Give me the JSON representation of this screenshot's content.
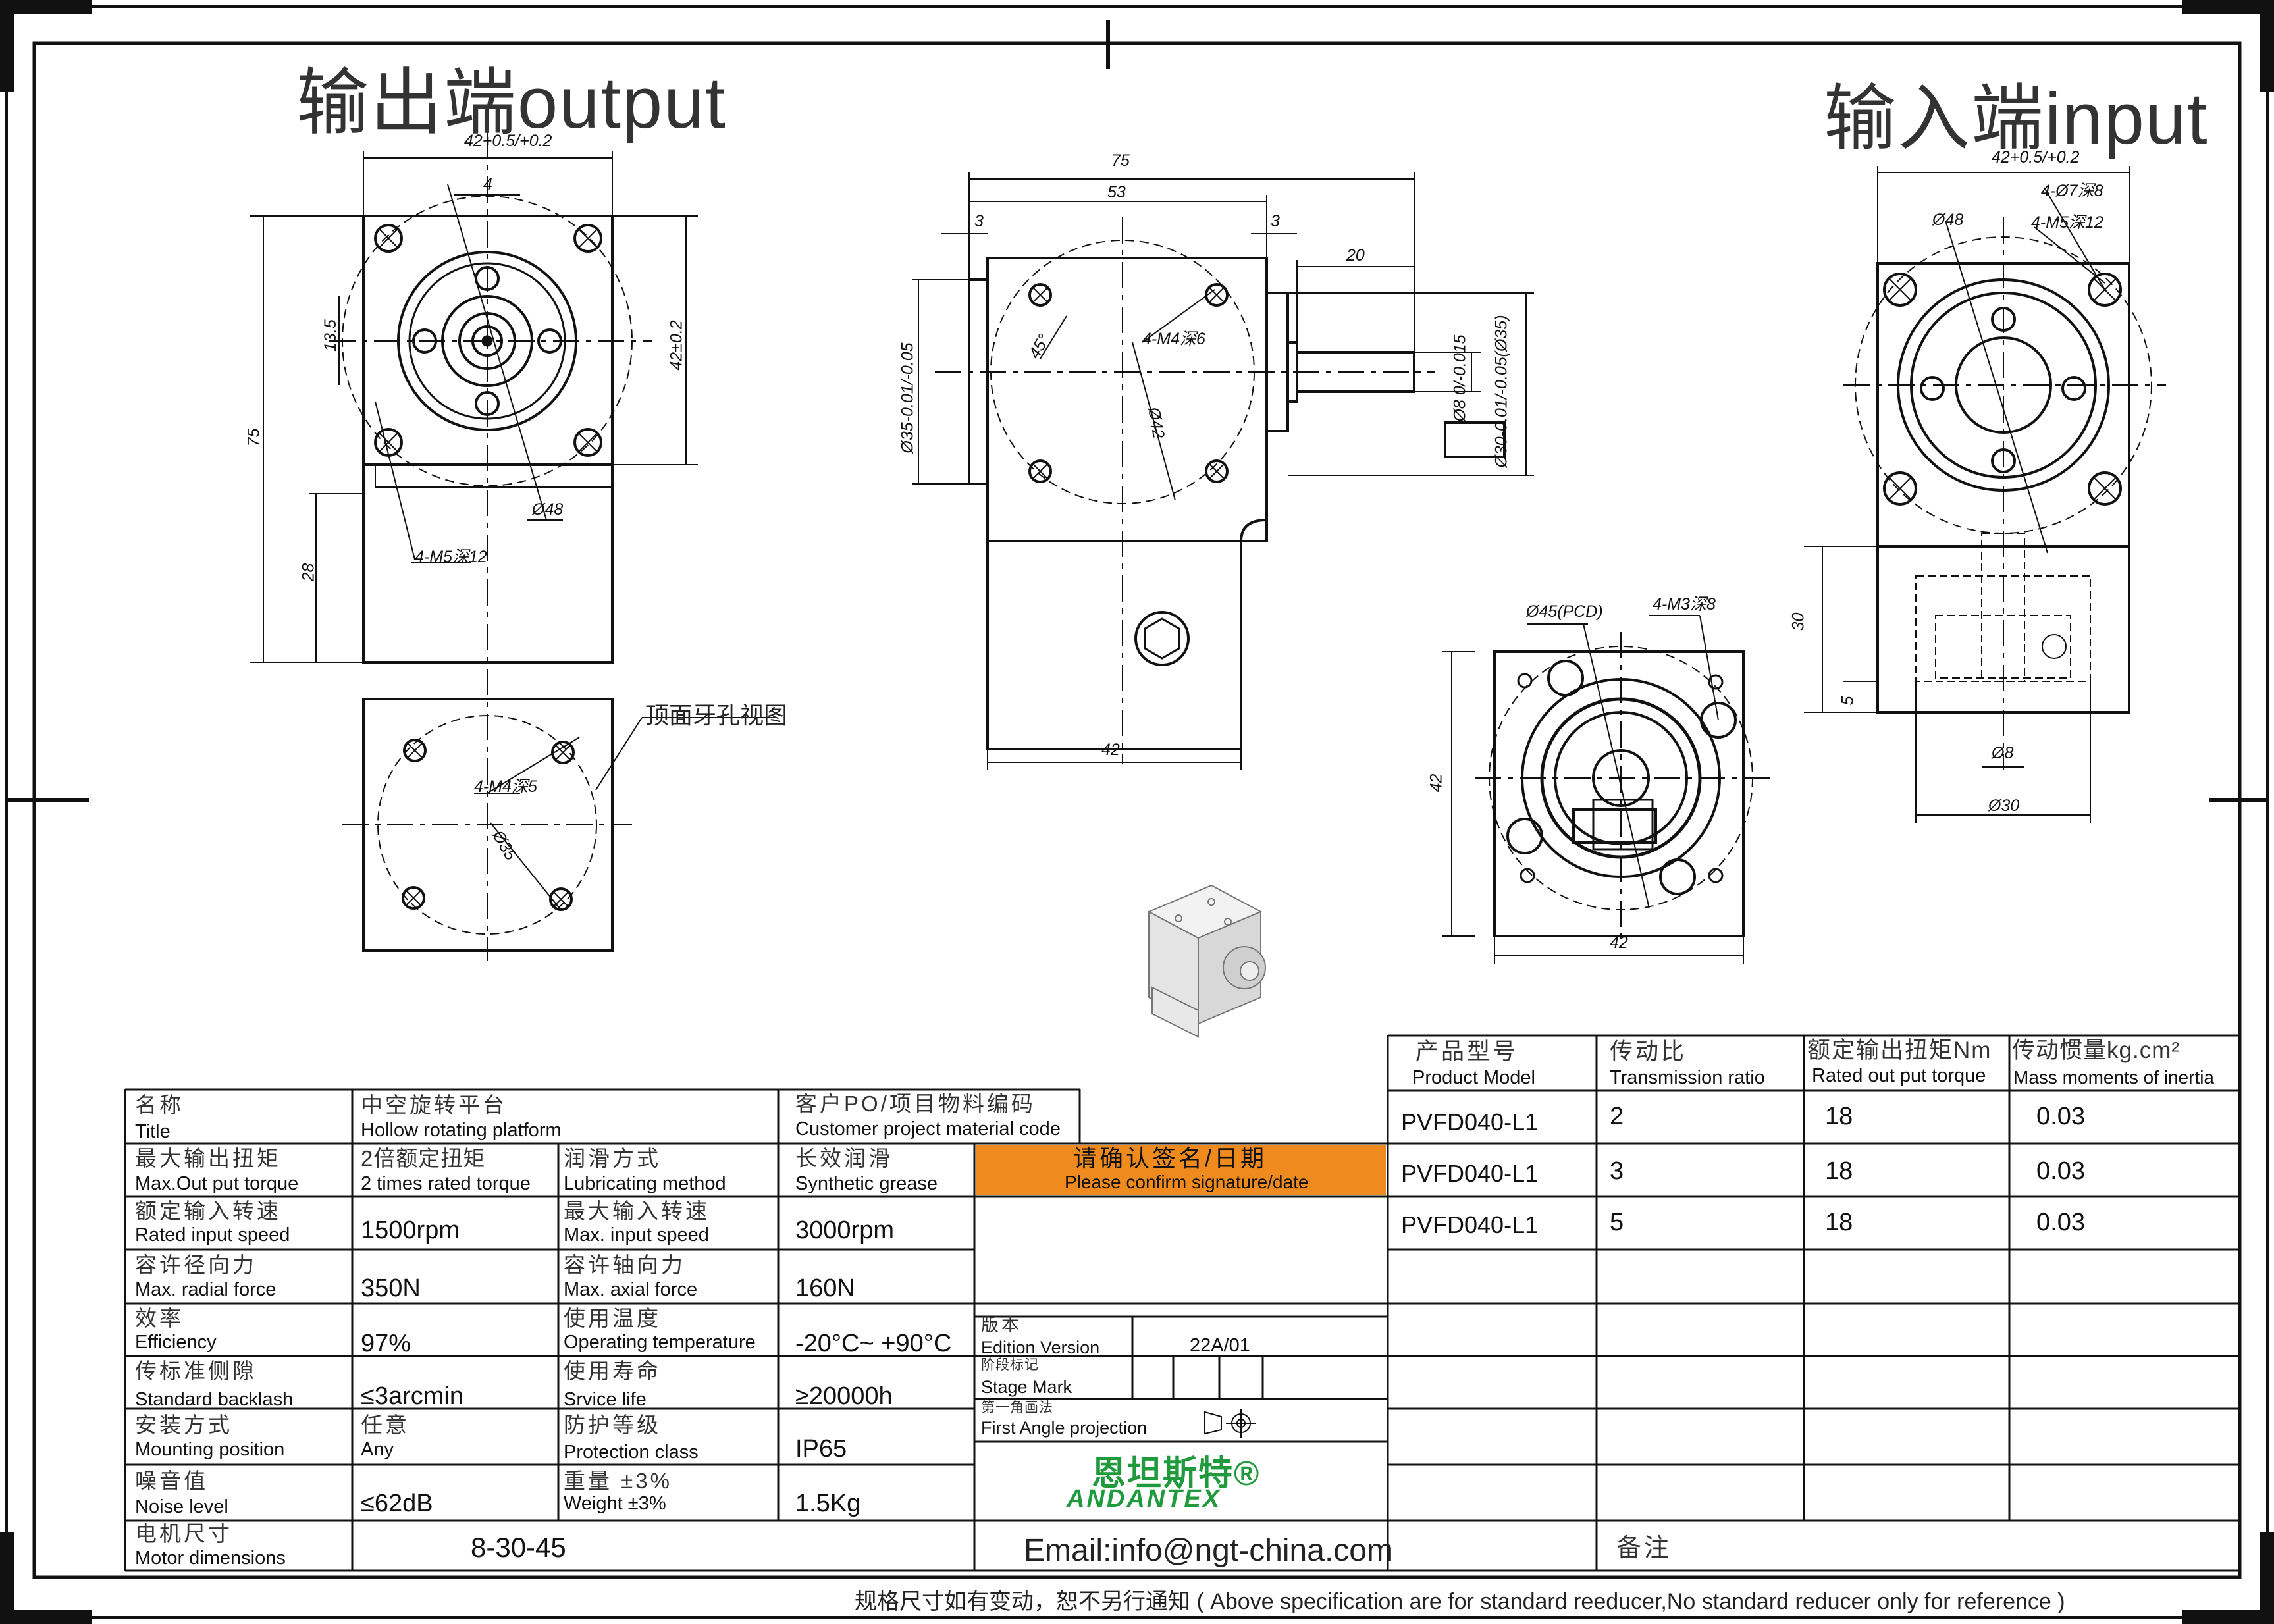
{
  "headings": {
    "output": "输出端output",
    "input": "输入端input"
  },
  "view_labels": {
    "top_thread_view": "顶面牙孔视图"
  },
  "dimensions": {
    "out_width": "42+0.5/+0.2",
    "out_4": "4",
    "out_13_5": "13.5",
    "out_75": "75",
    "out_42_side": "42±0.2",
    "out_28": "28",
    "out_d48": "Ø48",
    "out_m5": "4-M5深12",
    "top_m4": "4-M4深5",
    "top_d35": "Ø35",
    "side_75": "75",
    "side_53": "53",
    "side_3a": "3",
    "side_3b": "3",
    "side_20": "20",
    "side_d35": "Ø35-0.01/-0.05",
    "side_45deg": "45°",
    "side_m4": "4-M4深6",
    "side_d42": "Ø42",
    "side_d8": "Ø8 0/-0.015",
    "side_d30": "Ø30-0.01/-0.05(Ø35)",
    "side_42": "42",
    "in_width": "42+0.5/+0.2",
    "in_d7": "4-Ø7深8",
    "in_m5": "4-M5深12",
    "in_d48": "Ø48",
    "in_30": "30",
    "in_5": "5",
    "in_d8": "Ø8",
    "in_d30": "Ø30",
    "fr_d45": "Ø45(PCD)",
    "fr_m3": "4-M3深8",
    "fr_42v": "42",
    "fr_42h": "42"
  },
  "spec_table": {
    "title_zh": "名称",
    "title_en": "Title",
    "title_val_zh": "中空旋转平台",
    "title_val_en": "Hollow rotating platform",
    "cust_zh": "客户PO/项目物料编码",
    "cust_en": "Customer project material code",
    "maxout_zh": "最大输出扭矩",
    "maxout_en": "Max.Out put torque",
    "maxout_val_zh": "2倍额定扭矩",
    "maxout_val_en": "2 times rated torque",
    "lub_zh": "润滑方式",
    "lub_en": "Lubricating method",
    "lub_val_zh": "长效润滑",
    "lub_val_en": "Synthetic grease",
    "confirm_zh": "请确认签名/日期",
    "confirm_en": "Please confirm signature/date",
    "rated_speed_zh": "额定输入转速",
    "rated_speed_en": "Rated input speed",
    "rated_speed_val": "1500rpm",
    "max_speed_zh": "最大输入转速",
    "max_speed_en": "Max. input speed",
    "max_speed_val": "3000rpm",
    "radial_zh": "容许径向力",
    "radial_en": "Max. radial force",
    "radial_val": "350N",
    "axial_zh": "容许轴向力",
    "axial_en": "Max. axial force",
    "axial_val": "160N",
    "eff_zh": "效率",
    "eff_en": "Efficiency",
    "eff_val": "97%",
    "temp_zh": "使用温度",
    "temp_en": "Operating temperature",
    "temp_val": "-20°C~ +90°C",
    "backlash_zh": "传标准侧隙",
    "backlash_en": "Standard backlash",
    "backlash_val": "≤3arcmin",
    "life_zh": "使用寿命",
    "life_en": "Srvice life",
    "life_val": "≥20000h",
    "mount_zh": "安装方式",
    "mount_en": "Mounting position",
    "mount_val_zh": "任意",
    "mount_val_en": "Any",
    "prot_zh": "防护等级",
    "prot_en": "Protection class",
    "prot_val": "IP65",
    "noise_zh": "噪音值",
    "noise_en": "Noise level",
    "noise_val": "≤62dB",
    "weight_zh": "重量 ±3%",
    "weight_en": "Weight ±3%",
    "weight_val": "1.5Kg",
    "motor_zh": "电机尺寸",
    "motor_en": "Motor dimensions",
    "motor_val": "8-30-45",
    "edition_zh": "版本",
    "edition_en": "Edition Version",
    "edition_val": "22A/01",
    "stage_zh": "阶段标记",
    "stage_en": "Stage Mark",
    "proj_zh": "第一角画法",
    "proj_en": "First Angle projection",
    "logo_zh": "恩坦斯特®",
    "logo_en": "ANDANTEX",
    "email": "Email:info@ngt-china.com",
    "remark_zh": "备注"
  },
  "model_table": {
    "headers": [
      {
        "zh": "产品型号",
        "en": "Product Model"
      },
      {
        "zh": "传动比",
        "en": "Transmission ratio"
      },
      {
        "zh": "额定输出扭矩Nm",
        "en": "Rated out put torque"
      },
      {
        "zh": "传动惯量kg.cm²",
        "en": "Mass moments of inertia"
      }
    ],
    "rows": [
      {
        "model": "PVFD040-L1",
        "ratio": "2",
        "torque": "18",
        "inertia": "0.03"
      },
      {
        "model": "PVFD040-L1",
        "ratio": "3",
        "torque": "18",
        "inertia": "0.03"
      },
      {
        "model": "PVFD040-L1",
        "ratio": "5",
        "torque": "18",
        "inertia": "0.03"
      }
    ]
  },
  "footer_note": "规格尺寸如有变动，恕不另行通知 ( Above specification are for standard reeducer,No standard reducer only for reference )",
  "colors": {
    "orange": "#ee8a1e",
    "logo_green": "#1f9a3c",
    "line": "#111111"
  }
}
